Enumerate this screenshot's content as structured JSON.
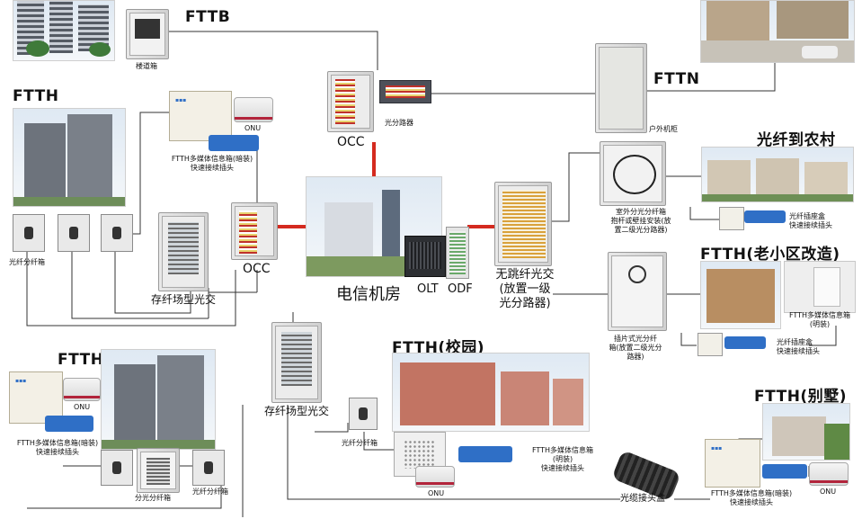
{
  "labels": {
    "fttb": "FTTB",
    "fttn": "FTTN",
    "ftth_left": "FTTH",
    "ftth_bottom_left": "FTTH",
    "ftth_rural": "光纤到农村",
    "ftth_old": "FTTH(老小区改造)",
    "ftth_campus": "FTTH(校园)",
    "ftth_villa": "FTTH(别墅)",
    "occ_top": "OCC",
    "occ_mid": "OCC",
    "central_office": "电信机房",
    "olt": "OLT",
    "odf": "ODF",
    "jumperless_cross": "无跳纤光交\n(放置一级\n光分路器)",
    "storage_cross_left": "存纤场型光交",
    "storage_cross_bottom": "存纤场型光交",
    "floor_box": "楼道箱",
    "splitter": "光分路器",
    "outdoor_cabinet": "户外机柜",
    "onu_top": "ONU",
    "ftth_media_box_concealed_top": "FTTH多媒体信息箱(暗装)\n快速接续插头",
    "fiber_dist_box_left": "光纤分纤箱",
    "outdoor_dist_box": "室外分光分纤箱\n抱杆或壁挂安装(放\n置二级光分路器)",
    "socket_box_rural": "光纤插座盒\n快速接续插头",
    "plugin_dist_box": "插片式光分纤\n箱(放置二级光分\n路器)",
    "media_box_exposed_old": "FTTH多媒体信息箱\n(明装)",
    "socket_box_old": "光纤插座盒\n快速接续插头",
    "onu_bottom_left": "ONU",
    "ftth_media_box_concealed_bl": "FTTH多媒体信息箱(暗装)\n快速接续插头",
    "split_dist_box": "分光分纤箱",
    "fiber_dist_box_bl": "光纤分纤箱",
    "fiber_dist_box_campus": "光纤分纤箱",
    "media_box_exposed_campus": "FTTH多媒体信息箱\n(明装)\n快速接续插头",
    "onu_campus": "ONU",
    "cable_joint_box": "光缆接头盒",
    "media_box_concealed_villa": "FTTH多媒体信息箱(暗装)\n快速接续插头",
    "onu_villa": "ONU"
  },
  "colors": {
    "trunk_line": "#d42a1f",
    "link_line": "#333333"
  }
}
